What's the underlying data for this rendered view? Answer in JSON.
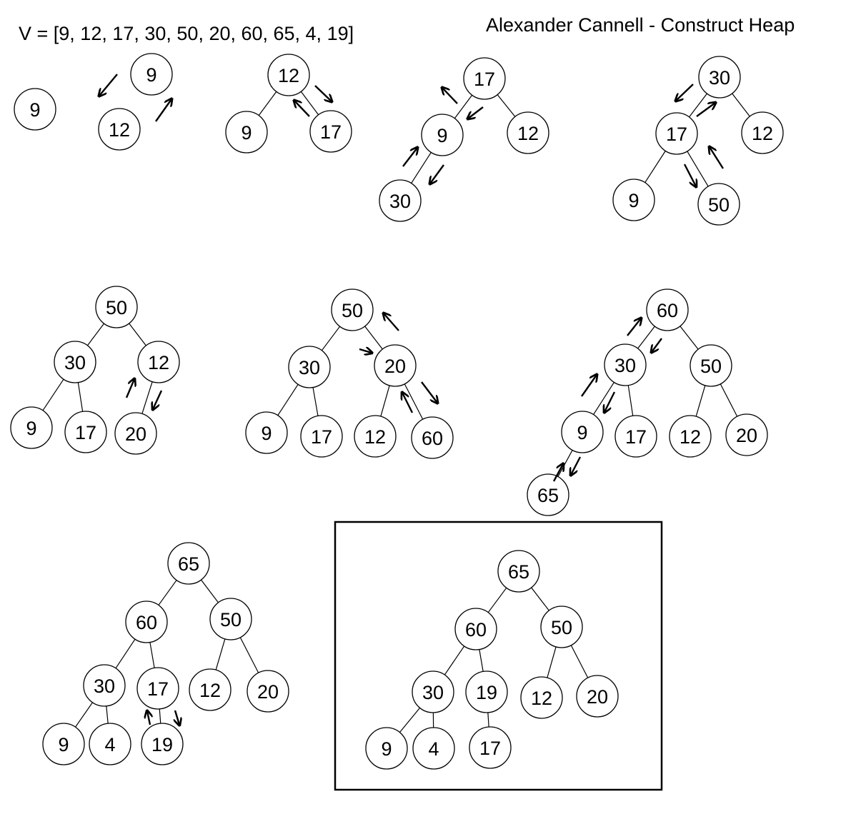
{
  "header": {
    "vector": "V = [9, 12, 17, 30, 50, 20, 60, 65, 4, 19]",
    "title": "Alexander Cannell - Construct Heap"
  },
  "steps": [
    {
      "name": "step-1-insert-9",
      "nodes": [
        {
          "id": "a",
          "label": "9"
        }
      ],
      "edges": [],
      "arrows": []
    },
    {
      "name": "step-2-insert-12",
      "nodes": [
        {
          "id": "a",
          "label": "9"
        },
        {
          "id": "b",
          "label": "12"
        }
      ],
      "edges": [],
      "arrows": []
    },
    {
      "name": "step-3-insert-17",
      "nodes": [
        {
          "id": "a",
          "label": "12"
        },
        {
          "id": "b",
          "label": "9"
        },
        {
          "id": "c",
          "label": "17"
        }
      ],
      "edges": [
        [
          "a",
          "b"
        ],
        [
          "a",
          "c"
        ]
      ],
      "arrows": []
    },
    {
      "name": "step-4-insert-30",
      "nodes": [
        {
          "id": "a",
          "label": "17"
        },
        {
          "id": "b",
          "label": "9"
        },
        {
          "id": "c",
          "label": "12"
        },
        {
          "id": "d",
          "label": "30"
        }
      ],
      "edges": [
        [
          "a",
          "b"
        ],
        [
          "a",
          "c"
        ],
        [
          "b",
          "d"
        ]
      ],
      "arrows": []
    },
    {
      "name": "step-5-insert-50",
      "nodes": [
        {
          "id": "a",
          "label": "30"
        },
        {
          "id": "b",
          "label": "17"
        },
        {
          "id": "c",
          "label": "12"
        },
        {
          "id": "d",
          "label": "9"
        },
        {
          "id": "e",
          "label": "50"
        }
      ],
      "edges": [
        [
          "a",
          "b"
        ],
        [
          "a",
          "c"
        ],
        [
          "b",
          "d"
        ],
        [
          "b",
          "e"
        ]
      ],
      "arrows": []
    },
    {
      "name": "step-6-insert-20",
      "nodes": [
        {
          "id": "a",
          "label": "50"
        },
        {
          "id": "b",
          "label": "30"
        },
        {
          "id": "c",
          "label": "12"
        },
        {
          "id": "d",
          "label": "9"
        },
        {
          "id": "e",
          "label": "17"
        },
        {
          "id": "f",
          "label": "20"
        }
      ],
      "edges": [
        [
          "a",
          "b"
        ],
        [
          "a",
          "c"
        ],
        [
          "b",
          "d"
        ],
        [
          "b",
          "e"
        ],
        [
          "c",
          "f"
        ]
      ],
      "arrows": []
    },
    {
      "name": "step-7-insert-60",
      "nodes": [
        {
          "id": "a",
          "label": "50"
        },
        {
          "id": "b",
          "label": "30"
        },
        {
          "id": "c",
          "label": "20"
        },
        {
          "id": "d",
          "label": "9"
        },
        {
          "id": "e",
          "label": "17"
        },
        {
          "id": "f",
          "label": "12"
        },
        {
          "id": "g",
          "label": "60"
        }
      ],
      "edges": [
        [
          "a",
          "b"
        ],
        [
          "a",
          "c"
        ],
        [
          "b",
          "d"
        ],
        [
          "b",
          "e"
        ],
        [
          "c",
          "f"
        ],
        [
          "c",
          "g"
        ]
      ],
      "arrows": []
    },
    {
      "name": "step-8-insert-65",
      "nodes": [
        {
          "id": "a",
          "label": "60"
        },
        {
          "id": "b",
          "label": "30"
        },
        {
          "id": "c",
          "label": "50"
        },
        {
          "id": "d",
          "label": "9"
        },
        {
          "id": "e",
          "label": "17"
        },
        {
          "id": "f",
          "label": "12"
        },
        {
          "id": "g",
          "label": "20"
        },
        {
          "id": "h",
          "label": "65"
        }
      ],
      "edges": [
        [
          "a",
          "b"
        ],
        [
          "a",
          "c"
        ],
        [
          "b",
          "d"
        ],
        [
          "b",
          "e"
        ],
        [
          "c",
          "f"
        ],
        [
          "c",
          "g"
        ],
        [
          "d",
          "h"
        ]
      ],
      "arrows": []
    },
    {
      "name": "step-9-insert-4-and-19",
      "nodes": [
        {
          "id": "a",
          "label": "65"
        },
        {
          "id": "b",
          "label": "60"
        },
        {
          "id": "c",
          "label": "50"
        },
        {
          "id": "d",
          "label": "30"
        },
        {
          "id": "e",
          "label": "17"
        },
        {
          "id": "f",
          "label": "12"
        },
        {
          "id": "g",
          "label": "20"
        },
        {
          "id": "h",
          "label": "9"
        },
        {
          "id": "i",
          "label": "4"
        },
        {
          "id": "j",
          "label": "19"
        }
      ],
      "edges": [
        [
          "a",
          "b"
        ],
        [
          "a",
          "c"
        ],
        [
          "b",
          "d"
        ],
        [
          "b",
          "e"
        ],
        [
          "c",
          "f"
        ],
        [
          "c",
          "g"
        ],
        [
          "d",
          "h"
        ],
        [
          "d",
          "i"
        ],
        [
          "e",
          "j"
        ]
      ],
      "arrows": []
    },
    {
      "name": "final-heap",
      "nodes": [
        {
          "id": "a",
          "label": "65"
        },
        {
          "id": "b",
          "label": "60"
        },
        {
          "id": "c",
          "label": "50"
        },
        {
          "id": "d",
          "label": "30"
        },
        {
          "id": "e",
          "label": "19"
        },
        {
          "id": "f",
          "label": "12"
        },
        {
          "id": "g",
          "label": "20"
        },
        {
          "id": "h",
          "label": "9"
        },
        {
          "id": "i",
          "label": "4"
        },
        {
          "id": "j",
          "label": "17"
        }
      ],
      "edges": [
        [
          "a",
          "b"
        ],
        [
          "a",
          "c"
        ],
        [
          "b",
          "d"
        ],
        [
          "b",
          "e"
        ],
        [
          "c",
          "f"
        ],
        [
          "c",
          "g"
        ],
        [
          "d",
          "h"
        ],
        [
          "d",
          "i"
        ],
        [
          "e",
          "j"
        ]
      ],
      "arrows": []
    }
  ]
}
